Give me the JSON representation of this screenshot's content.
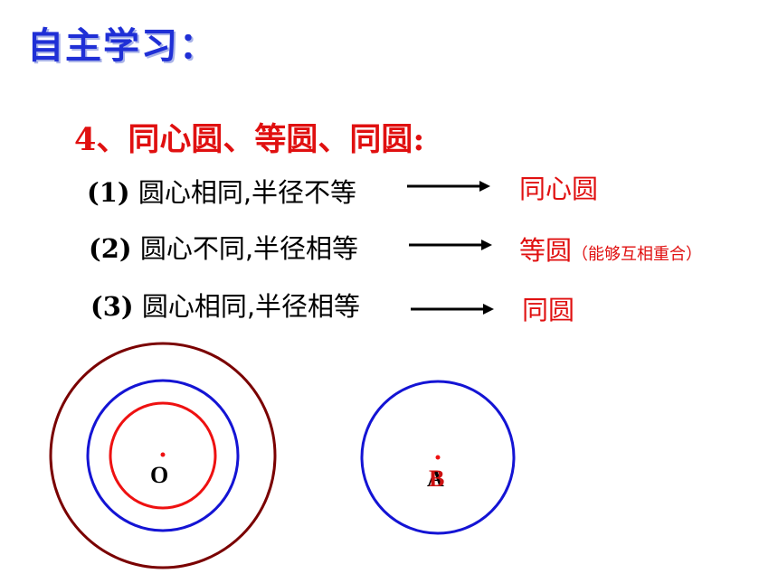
{
  "title": "自主学习：",
  "subtitle": "4、同心圆、等圆、同圆:",
  "rows": [
    {
      "num": "(1)",
      "text": "圆心相同,半径不等",
      "result": "同心圆",
      "note": ""
    },
    {
      "num": "(2)",
      "text": "圆心不同,半径相等",
      "result": "等圆",
      "note": "（能够互相重合）"
    },
    {
      "num": "(3)",
      "text": "圆心相同,半径相等",
      "result": "同圆",
      "note": ""
    }
  ],
  "figures": {
    "center_o": "O",
    "center_a": "A",
    "center_b": "B"
  },
  "colors": {
    "title": "#1f2fd6",
    "accent_red": "#e01010",
    "circle_outer": "#7a0000",
    "circle_blue": "#1414d4",
    "circle_red": "#ee1111"
  }
}
